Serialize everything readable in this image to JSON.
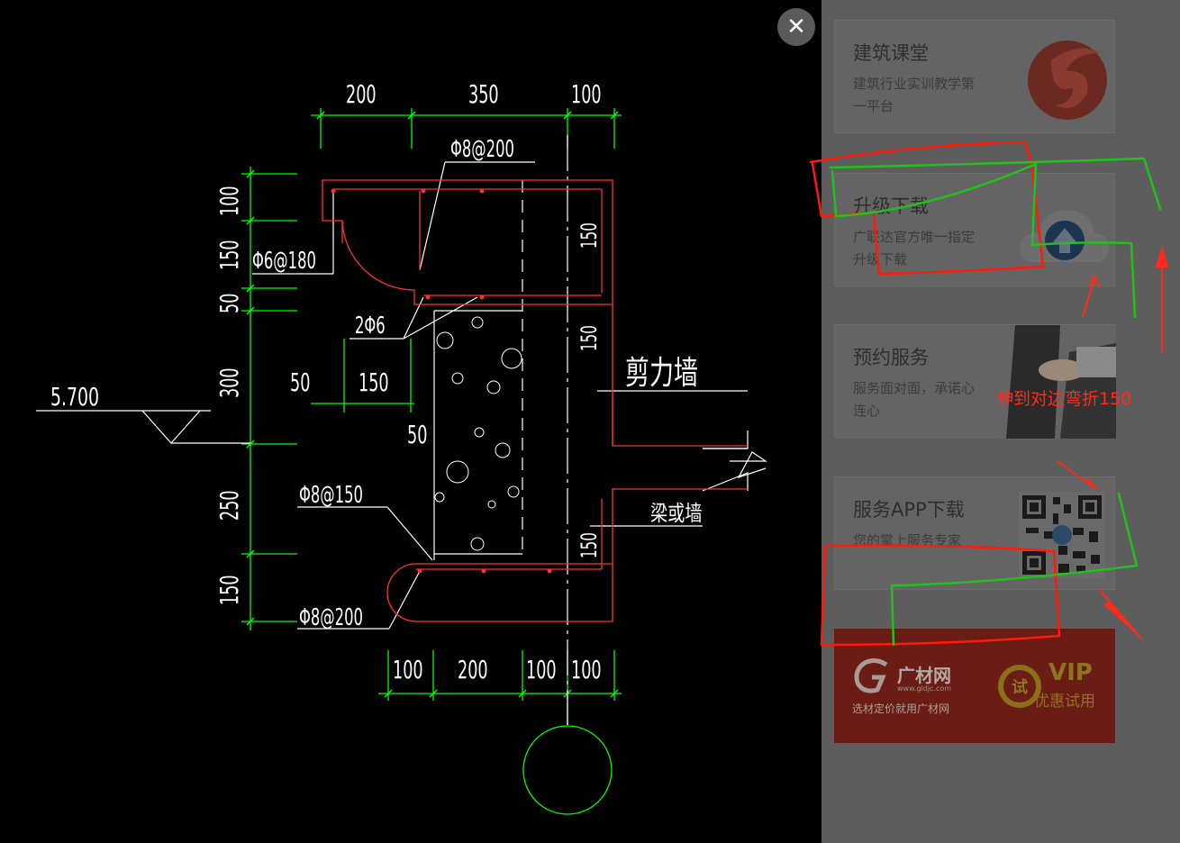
{
  "drawing": {
    "dims_top": [
      "200",
      "350",
      "100"
    ],
    "dims_bottom": [
      "100",
      "200",
      "100",
      "100"
    ],
    "dims_left": [
      "100",
      "150",
      "50",
      "300",
      "250",
      "150"
    ],
    "dims_inner": [
      "50",
      "150",
      "50"
    ],
    "dims_right": [
      "150",
      "150",
      "150"
    ],
    "elevation": "5.700",
    "rebar_labels": [
      "Φ8@200",
      "Φ6@180",
      "2Φ6",
      "Φ8@150",
      "Φ8@200"
    ],
    "shear_wall": "剪力墙",
    "beam_or_wall": "梁或墙"
  },
  "viewer": {
    "close_symbol": "✕"
  },
  "sidebar": {
    "cards": [
      {
        "title": "建筑课堂",
        "subtitle": "建筑行业实训教学第一平台",
        "icon": "phoenix-logo-icon"
      },
      {
        "title": "升级下载",
        "subtitle": "广联达官方唯一指定升级下载",
        "icon": "cloud-upload-icon"
      },
      {
        "title": "预约服务",
        "subtitle": "服务面对面，承诺心连心",
        "icon": "handshake-photo"
      },
      {
        "title": "服务APP下载",
        "subtitle": "您的掌上服务专家",
        "icon": "qr-code-icon"
      }
    ],
    "promo": {
      "brand": "广材网",
      "url": "www.gldjc.com",
      "slogan": "选材定价就用广材网",
      "badge": "试",
      "vip": "VIP",
      "trial": "优惠试用"
    }
  },
  "annotation": {
    "note": "伸到对边弯折150"
  },
  "colors": {
    "dimension": "#00ff00",
    "rebar": "#ff3030",
    "outline": "#ffffff",
    "markup_red": "#ff1a0a",
    "markup_green": "#22c01a"
  }
}
